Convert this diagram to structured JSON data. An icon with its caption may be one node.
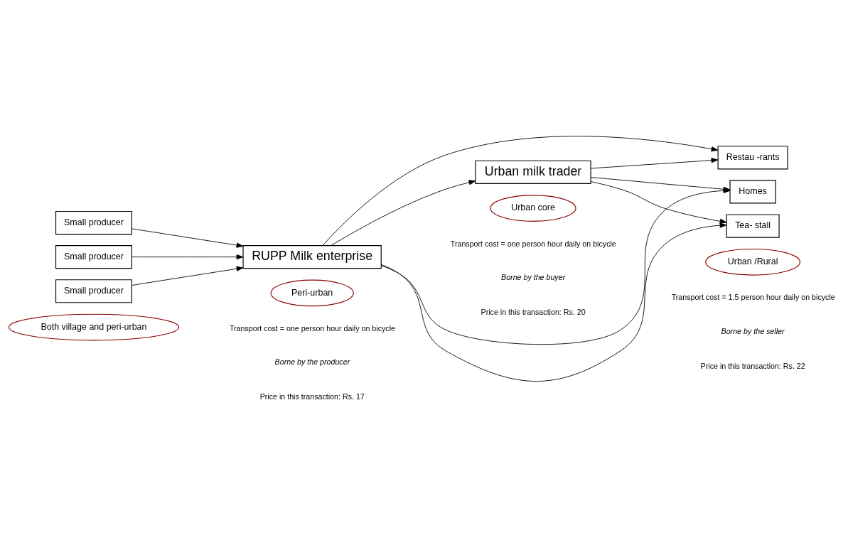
{
  "diagram": {
    "nodes": [
      {
        "text": [
          "Small producer"
        ]
      },
      {
        "text": [
          "Small producer"
        ]
      },
      {
        "text": [
          "Small producer"
        ]
      },
      {
        "text": [
          "RUPP Milk enterprise"
        ]
      },
      {
        "text": [
          "Urban milk trader"
        ]
      },
      {
        "text": [
          "Restau -rants"
        ]
      },
      {
        "text": [
          "Homes"
        ]
      },
      {
        "text": [
          "Tea- stall"
        ]
      },
      {
        "text": [
          "Both village and peri-urban"
        ]
      },
      {
        "text": [
          "Peri-urban"
        ]
      },
      {
        "text": [
          "Urban core"
        ]
      },
      {
        "text": [
          "Urban /Rural"
        ]
      }
    ],
    "edges": [
      {
        "from": 0,
        "to": 3,
        "arrow": "to"
      },
      {
        "from": 1,
        "to": 3,
        "arrow": "to"
      },
      {
        "from": 2,
        "to": 3,
        "arrow": "to"
      },
      {
        "from": 3,
        "to": 4,
        "arrow": "to"
      },
      {
        "from": 4,
        "to": 5,
        "arrow": "to"
      },
      {
        "from": 4,
        "to": 6,
        "arrow": "to"
      },
      {
        "from": 4,
        "to": 7,
        "arrow": "to"
      },
      {
        "from": 3,
        "to": 5,
        "arrow": "to"
      },
      {
        "from": 3,
        "to": 6,
        "arrow": "to"
      },
      {
        "from": 3,
        "to": 7,
        "arrow": "to"
      }
    ],
    "labels": [
      "Transport cost = one person hour daily on bicycle",
      "Borne by the producer",
      "Price in this transaction: Rs. 17",
      "Transport cost = one person hour daily on bicycle",
      "Borne by the buyer",
      "Price in this transaction: Rs. 20",
      "Transport cost = 1.5 person hour daily on bicycle",
      "Borne by the seller",
      "Price in this transaction: Rs. 22"
    ]
  }
}
